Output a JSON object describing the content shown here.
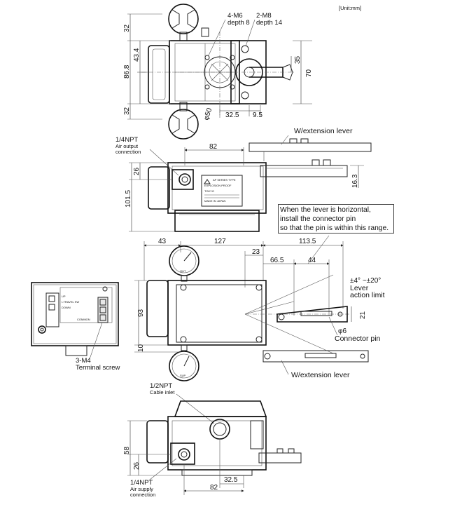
{
  "unit_label": "[Unit:mm]",
  "top_view": {
    "tapped_holes": "4-M6",
    "tapped_holes_depth": "depth 8",
    "tapped_holes_2": "2-M8",
    "tapped_holes_2_depth": "depth 14",
    "dims": {
      "d32_top": "32",
      "d43_4": "43.4",
      "d86_8": "86.8",
      "d32_bottom": "32",
      "d35": "35",
      "d70": "70",
      "d_phi50": "φ50",
      "d32_5": "32.5",
      "d9_5": "9.5"
    }
  },
  "front_view": {
    "air_output": [
      "1/4NPT",
      "Air output",
      "connection"
    ],
    "extension_lever_label": "W/extension lever",
    "dims": {
      "d82": "82",
      "d26": "26",
      "d101_5": "101.5",
      "d16_3": "16.3"
    },
    "nameplate_lines": [
      "AP SERIES TYPE",
      "EXPLOSION PROOF",
      "TOKYO",
      "MADE IN JAPAN"
    ]
  },
  "note": {
    "lines": [
      "When the lever is horizontal,",
      "install the connector pin",
      "so that the pin is within this range."
    ]
  },
  "plan_view": {
    "dims": {
      "d43": "43",
      "d127": "127",
      "d113_5": "113.5",
      "d23": "23",
      "d66_5": "66.5",
      "d44": "44",
      "d93": "93",
      "d10": "10",
      "d21": "21"
    },
    "lever_angle": "±4° ~±20°",
    "lever_limit": [
      "Lever",
      "action limit"
    ],
    "connector_pin": [
      "φ6",
      "Connector pin"
    ],
    "extension_lever_label": "W/extension lever",
    "gauge_label": "OUT",
    "gauge_label_bottom": "SUP"
  },
  "terminal_view": {
    "screw_label": [
      "3-M4",
      "Terminal screw"
    ],
    "terminal_text": [
      "I-TRAVEL SW",
      "DOWN",
      "UP",
      "COMMON"
    ]
  },
  "bottom_view": {
    "cable_inlet": [
      "1/2NPT",
      "Cable inlet"
    ],
    "air_supply": [
      "1/4NPT",
      "Air supply",
      "connection"
    ],
    "dims": {
      "d58": "58",
      "d26": "26",
      "d32_5": "32.5",
      "d82": "82"
    }
  }
}
